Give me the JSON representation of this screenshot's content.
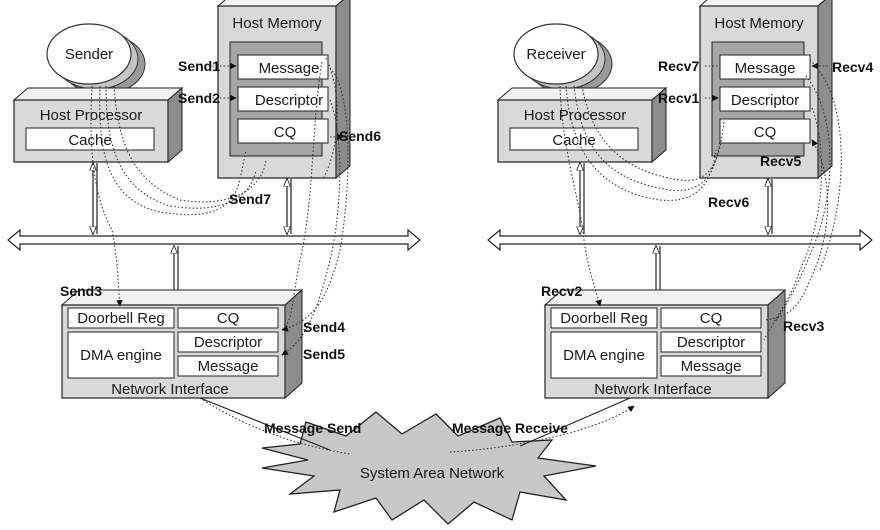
{
  "left": {
    "sender": "Sender",
    "host_memory": {
      "title": "Host Memory",
      "message": "Message",
      "descriptor": "Descriptor",
      "cq": "CQ"
    },
    "host_processor": {
      "title": "Host Processor",
      "cache": "Cache"
    },
    "nic": {
      "doorbell": "Doorbell Reg",
      "dma": "DMA engine",
      "cq": "CQ",
      "descriptor": "Descriptor",
      "message": "Message",
      "title": "Network Interface"
    },
    "steps": [
      "Send1",
      "Send2",
      "Send3",
      "Send4",
      "Send5",
      "Send6",
      "Send7"
    ]
  },
  "right": {
    "receiver": "Receiver",
    "host_memory": {
      "title": "Host Memory",
      "message": "Message",
      "descriptor": "Descriptor",
      "cq": "CQ"
    },
    "host_processor": {
      "title": "Host Processor",
      "cache": "Cache"
    },
    "nic": {
      "doorbell": "Doorbell Reg",
      "dma": "DMA engine",
      "cq": "CQ",
      "descriptor": "Descriptor",
      "message": "Message",
      "title": "Network Interface"
    },
    "steps": [
      "Recv1",
      "Recv2",
      "Recv3",
      "Recv4",
      "Recv5",
      "Recv6",
      "Recv7"
    ]
  },
  "network": {
    "name": "System Area Network",
    "send_label": "Message Send",
    "receive_label": "Message Receive"
  },
  "colors": {
    "box_face": "#d9d9d9",
    "box_top": "#f2f2f2",
    "box_side": "#8c8c8c",
    "inner_panel": "#a6a6a6",
    "cell": "#ffffff",
    "cloud": "#c8c8c8",
    "stroke": "#222222"
  }
}
